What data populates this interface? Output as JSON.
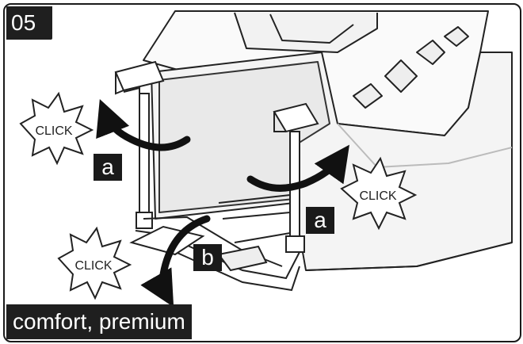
{
  "step_number": "05",
  "variant": "comfort, premium",
  "click_label": "CLICK",
  "labels": {
    "a": "a",
    "b": "b"
  },
  "icons": [
    "click-burst-icon",
    "rotate-arrow-icon"
  ],
  "colors": {
    "ink": "#1a1a1a",
    "badge_bg": "#1f1f1f",
    "badge_text": "#ffffff",
    "line_art": "#222222"
  }
}
